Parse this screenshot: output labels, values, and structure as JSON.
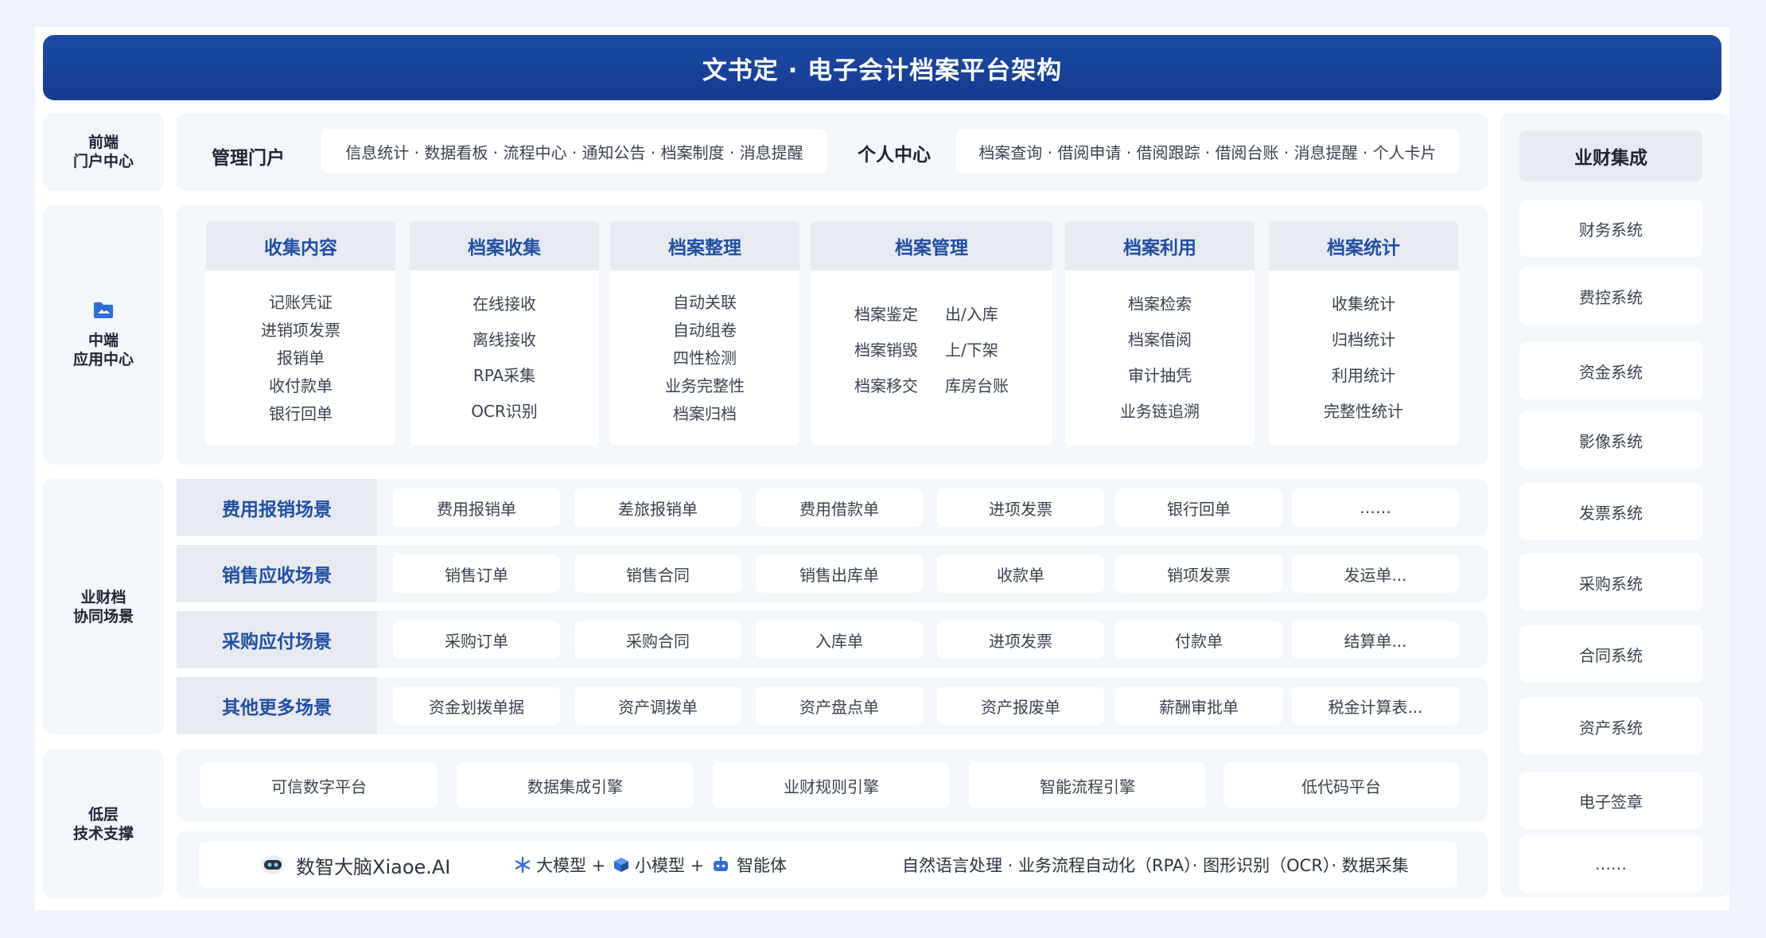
{
  "title": "文书定 · 电子会计档案平台架构",
  "layers": {
    "front": "前端\n门户中心",
    "middle": "中端\n应用中心",
    "scene": "业财档\n协同场景",
    "bottom": "低层\n技术支撑"
  },
  "front": {
    "mgmt_label": "管理门户",
    "mgmt_items": "信息统计 · 数据看板 · 流程中心 · 通知公告 · 档案制度 · 消息提醒",
    "personal_label": "个人中心",
    "personal_items": "档案查询 · 借阅申请 · 借阅跟踪 · 借阅台账 · 消息提醒 · 个人卡片"
  },
  "columns": [
    {
      "title": "收集内容",
      "items": [
        "记账凭证",
        "进销项发票",
        "报销单",
        "收付款单",
        "银行回单"
      ]
    },
    {
      "title": "档案收集",
      "items": [
        "在线接收",
        "离线接收",
        "RPA采集",
        "OCR识别"
      ]
    },
    {
      "title": "档案整理",
      "items": [
        "自动关联",
        "自动组卷",
        "四性检测",
        "业务完整性",
        "档案归档"
      ]
    },
    {
      "title": "档案管理",
      "items": [
        "档案鉴定",
        "出/入库",
        "档案销毁",
        "上/下架",
        "档案移交",
        "库房台账"
      ]
    },
    {
      "title": "档案利用",
      "items": [
        "档案检索",
        "档案借阅",
        "审计抽凭",
        "业务链追溯"
      ]
    },
    {
      "title": "档案统计",
      "items": [
        "收集统计",
        "归档统计",
        "利用统计",
        "完整性统计"
      ]
    }
  ],
  "scenes": [
    {
      "title": "费用报销场景",
      "items": [
        "费用报销单",
        "差旅报销单",
        "费用借款单",
        "进项发票",
        "银行回单",
        "……"
      ]
    },
    {
      "title": "销售应收场景",
      "items": [
        "销售订单",
        "销售合同",
        "销售出库单",
        "收款单",
        "销项发票",
        "发运单..."
      ]
    },
    {
      "title": "采购应付场景",
      "items": [
        "采购订单",
        "采购合同",
        "入库单",
        "进项发票",
        "付款单",
        "结算单..."
      ]
    },
    {
      "title": "其他更多场景",
      "items": [
        "资金划拨单据",
        "资产调拨单",
        "资产盘点单",
        "资产报废单",
        "薪酬审批单",
        "税金计算表..."
      ]
    }
  ],
  "tech": {
    "platforms": [
      "可信数字平台",
      "数据集成引擎",
      "业财规则引擎",
      "智能流程引擎",
      "低代码平台"
    ],
    "ai_brand": "数智大脑Xiaoe.AI",
    "ai_models": [
      "大模型 +",
      "小模型 +",
      "智能体"
    ],
    "ai_caps": "自然语言处理 · 业务流程自动化（RPA）· 图形识别（OCR）· 数据采集"
  },
  "integration": {
    "title": "业财集成",
    "systems": [
      "财务系统",
      "费控系统",
      "资金系统",
      "影像系统",
      "发票系统",
      "采购系统",
      "合同系统",
      "资产系统",
      "电子签章",
      "……"
    ]
  },
  "colors": {
    "primary": "#1b4aa6",
    "accent": "#1f4fa3",
    "panel": "#f3f6fb"
  },
  "icons": {
    "middle_layer": "folder-icon",
    "ai_brand": "robot-icon",
    "ai_models": [
      "snowflake-icon",
      "cube-icon",
      "bot-icon"
    ]
  }
}
